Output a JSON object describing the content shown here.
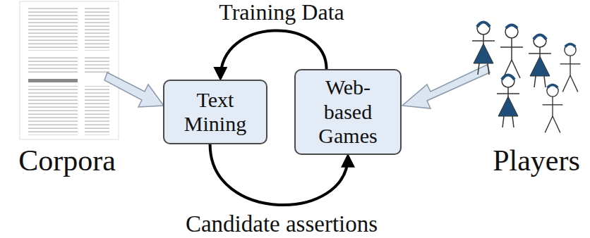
{
  "diagram": {
    "nodes": [
      {
        "text": [
          "Text Mining"
        ]
      },
      {
        "text": [
          "Web-based Games"
        ]
      }
    ],
    "edges": [
      {
        "from": 1,
        "to": 0,
        "label": "Training Data",
        "arrow": "to"
      },
      {
        "from": 0,
        "to": 1,
        "label": "Candidate assertions",
        "arrow": "to"
      }
    ],
    "labels": [
      "Corpora",
      "Players"
    ]
  }
}
